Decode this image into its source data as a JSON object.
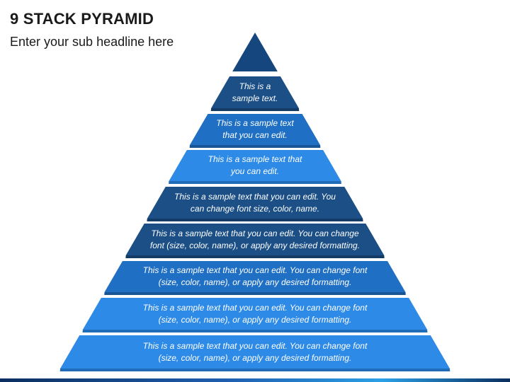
{
  "header": {
    "title": "9 STACK PYRAMID",
    "subtitle": "Enter your sub headline here"
  },
  "pyramid": {
    "colors": {
      "navy": "#1b4f86",
      "navy_side": "#143b66",
      "mid_blue": "#1f6fc4",
      "mid_blue_side": "#175597",
      "bright_blue": "#2d8ae6",
      "bright_blue_side": "#216cb8",
      "top": "#15467d"
    },
    "layers": [
      {
        "lines": [],
        "tone": "top"
      },
      {
        "lines": [
          "This is a",
          "sample text."
        ],
        "tone": "navy"
      },
      {
        "lines": [
          "This is a sample text",
          "that you can edit."
        ],
        "tone": "mid_blue"
      },
      {
        "lines": [
          "This is a sample text that",
          "you can edit."
        ],
        "tone": "bright_blue"
      },
      {
        "lines": [
          "This is a sample text that you can edit. You",
          "can change font size, color, name."
        ],
        "tone": "navy"
      },
      {
        "lines": [
          "This is a sample text that you can edit. You can change",
          "font (size, color, name), or apply any desired formatting."
        ],
        "tone": "navy"
      },
      {
        "lines": [
          "This is a sample text that you can edit. You can change font",
          "(size, color, name), or apply any desired formatting."
        ],
        "tone": "mid_blue"
      },
      {
        "lines": [
          "This is a sample text that you can edit. You can change font",
          "(size, color, name), or apply any desired formatting."
        ],
        "tone": "bright_blue"
      },
      {
        "lines": [
          "This is a sample text that you can edit. You can change font",
          "(size, color, name), or apply any desired formatting."
        ],
        "tone": "bright_blue"
      }
    ]
  }
}
